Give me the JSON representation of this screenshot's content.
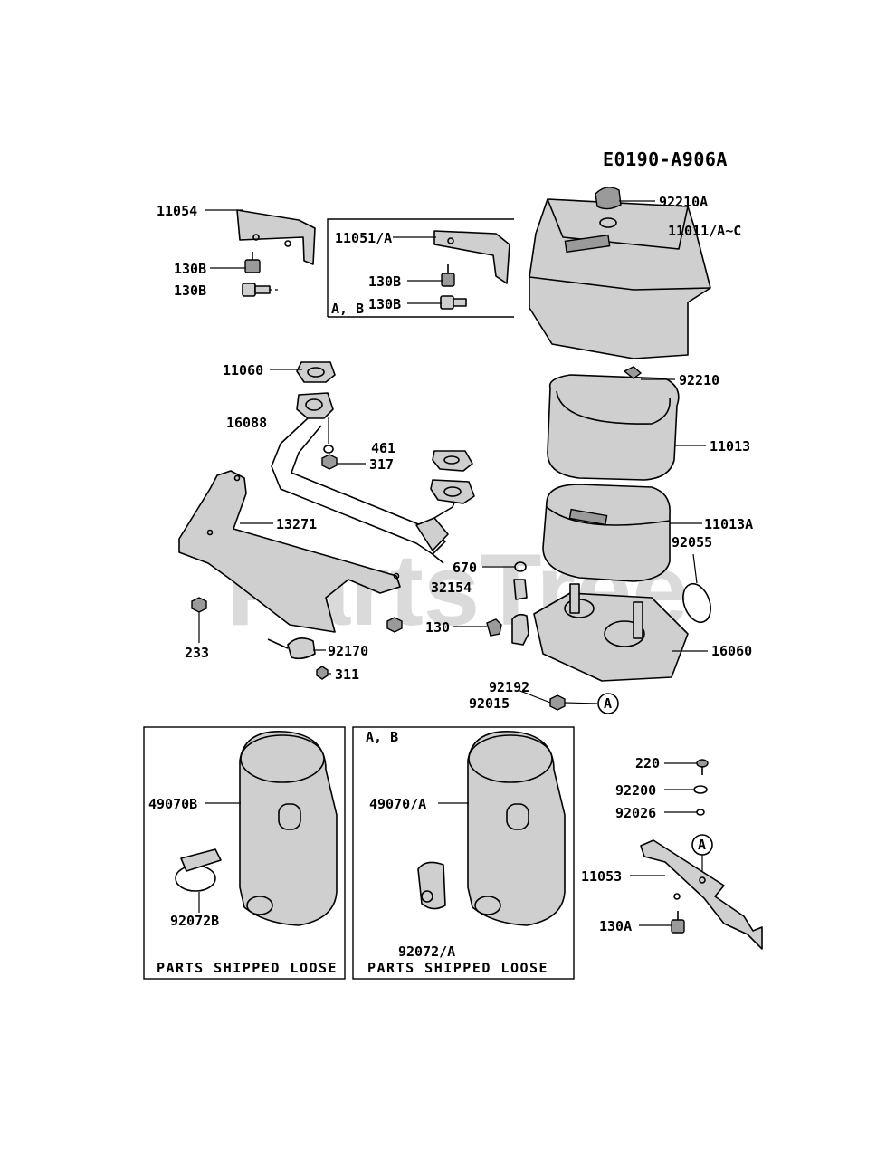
{
  "diagram_id": "E0190-A906A",
  "watermark": "PartsTree",
  "labels": {
    "p11054": "11054",
    "p130b_a": "130B",
    "p130b_b": "130B",
    "p11051": "11051/A",
    "p130b_c": "130B",
    "p130b_d": "130B",
    "ab_top": "A, B",
    "p92210a": "92210A",
    "p11011": "11011/A~C",
    "p11060": "11060",
    "p16088": "16088",
    "p461": "461",
    "p317": "317",
    "p92210": "92210",
    "p11013": "11013",
    "p13271": "13271",
    "p11013a": "11013A",
    "p92055": "92055",
    "p670": "670",
    "p32154": "32154",
    "p130": "130",
    "p233": "233",
    "p92170": "92170",
    "p311": "311",
    "p16060": "16060",
    "p92192": "92192",
    "p92015": "92015",
    "ref_a1": "A",
    "p49070b": "49070B",
    "p92072b": "92072B",
    "shipped_left": "PARTS SHIPPED LOOSE",
    "ab_mid": "A, B",
    "p49070a": "49070/A",
    "p92072a": "92072/A",
    "shipped_mid": "PARTS SHIPPED LOOSE",
    "p220": "220",
    "p92200": "92200",
    "p92026": "92026",
    "ref_a2": "A",
    "p11053": "11053",
    "p130a": "130A"
  }
}
